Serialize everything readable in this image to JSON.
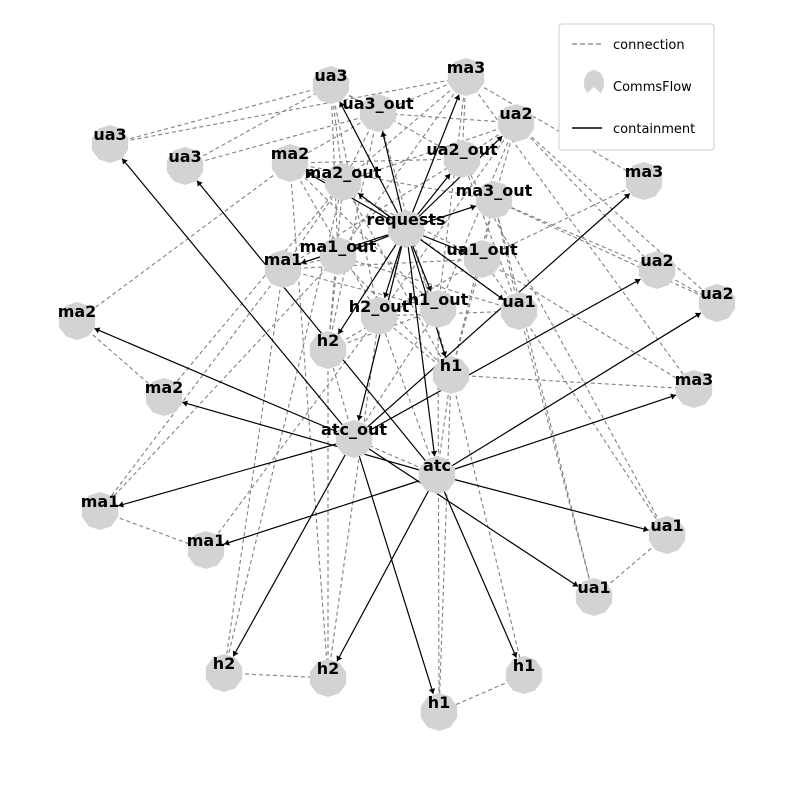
{
  "legend": {
    "connection_label": "connection",
    "node_label": "CommsFlow",
    "containment_label": "containment"
  },
  "colors": {
    "node_fill": "#d3d3d3",
    "connection_edge": "#808080",
    "containment_edge": "#000000",
    "legend_border": "#cccccc"
  },
  "nodes": [
    {
      "id": "requests",
      "label": "requests"
    },
    {
      "id": "ua3_out",
      "label": "ua3_out"
    },
    {
      "id": "ua2_out",
      "label": "ua2_out"
    },
    {
      "id": "ma2_out",
      "label": "ma2_out"
    },
    {
      "id": "ma3_out",
      "label": "ma3_out"
    },
    {
      "id": "ma1_out",
      "label": "ma1_out"
    },
    {
      "id": "ua1_out",
      "label": "ua1_out"
    },
    {
      "id": "h2_out",
      "label": "h2_out"
    },
    {
      "id": "h1_out",
      "label": "h1_out"
    },
    {
      "id": "atc_out",
      "label": "atc_out"
    },
    {
      "id": "atc",
      "label": "atc"
    },
    {
      "id": "ua3_a",
      "label": "ua3"
    },
    {
      "id": "ma3_a",
      "label": "ma3"
    },
    {
      "id": "ua2_a",
      "label": "ua2"
    },
    {
      "id": "ma2_a",
      "label": "ma2"
    },
    {
      "id": "ma1_a",
      "label": "ma1"
    },
    {
      "id": "ua1_a",
      "label": "ua1"
    },
    {
      "id": "h2_a",
      "label": "h2"
    },
    {
      "id": "h1_a",
      "label": "h1"
    },
    {
      "id": "ua3_b",
      "label": "ua3"
    },
    {
      "id": "ua3_c",
      "label": "ua3"
    },
    {
      "id": "ma3_b",
      "label": "ma3"
    },
    {
      "id": "ua2_b",
      "label": "ua2"
    },
    {
      "id": "ua2_c",
      "label": "ua2"
    },
    {
      "id": "ma3_c",
      "label": "ma3"
    },
    {
      "id": "ma2_b",
      "label": "ma2"
    },
    {
      "id": "ma2_c",
      "label": "ma2"
    },
    {
      "id": "ma1_b",
      "label": "ma1"
    },
    {
      "id": "ma1_c",
      "label": "ma1"
    },
    {
      "id": "ua1_b",
      "label": "ua1"
    },
    {
      "id": "ua1_c",
      "label": "ua1"
    },
    {
      "id": "h2_b",
      "label": "h2"
    },
    {
      "id": "h2_c",
      "label": "h2"
    },
    {
      "id": "h1_b",
      "label": "h1"
    },
    {
      "id": "h1_c",
      "label": "h1"
    }
  ],
  "containment_edges": [
    [
      "requests",
      "ua3_a"
    ],
    [
      "requests",
      "ma3_a"
    ],
    [
      "requests",
      "ua2_a"
    ],
    [
      "requests",
      "ma2_a"
    ],
    [
      "requests",
      "ma1_a"
    ],
    [
      "requests",
      "ua1_a"
    ],
    [
      "requests",
      "h2_a"
    ],
    [
      "requests",
      "h1_a"
    ],
    [
      "requests",
      "atc"
    ],
    [
      "requests",
      "ua3_out"
    ],
    [
      "requests",
      "ua2_out"
    ],
    [
      "requests",
      "ma2_out"
    ],
    [
      "requests",
      "ma3_out"
    ],
    [
      "requests",
      "ma1_out"
    ],
    [
      "requests",
      "ua1_out"
    ],
    [
      "requests",
      "h2_out"
    ],
    [
      "requests",
      "h1_out"
    ],
    [
      "requests",
      "atc_out"
    ],
    [
      "atc_out",
      "ua3_b"
    ],
    [
      "atc_out",
      "ma2_b"
    ],
    [
      "atc_out",
      "ma1_b"
    ],
    [
      "atc_out",
      "ua1_c"
    ],
    [
      "atc_out",
      "ua2_b"
    ],
    [
      "atc_out",
      "ma3_b"
    ],
    [
      "atc_out",
      "h2_b"
    ],
    [
      "atc_out",
      "h1_c"
    ],
    [
      "atc",
      "ua3_c"
    ],
    [
      "atc",
      "ma2_c"
    ],
    [
      "atc",
      "ma1_c"
    ],
    [
      "atc",
      "ua2_c"
    ],
    [
      "atc",
      "ma3_c"
    ],
    [
      "atc",
      "ua1_b"
    ],
    [
      "atc",
      "h2_c"
    ],
    [
      "atc",
      "h1_b"
    ]
  ],
  "connection_edges": [
    [
      "ua3_b",
      "ua3_a"
    ],
    [
      "ua3_c",
      "ua3_a"
    ],
    [
      "ua3_b",
      "ma3_a"
    ],
    [
      "ua3_c",
      "ua3_out"
    ],
    [
      "ma3_a",
      "ma3_b"
    ],
    [
      "ma3_a",
      "ma3_c"
    ],
    [
      "ua2_a",
      "ua2_b"
    ],
    [
      "ua2_a",
      "ua2_c"
    ],
    [
      "ua2_b",
      "ua2_c"
    ],
    [
      "ma2_a",
      "ma2_b"
    ],
    [
      "ma2_b",
      "ma2_c"
    ],
    [
      "ma2_a",
      "h2_c"
    ],
    [
      "ma1_a",
      "ma1_b"
    ],
    [
      "ma1_b",
      "ma1_c"
    ],
    [
      "ma1_a",
      "h2_b"
    ],
    [
      "ua1_a",
      "ua1_b"
    ],
    [
      "ua1_b",
      "ua1_c"
    ],
    [
      "ua1_a",
      "ua1_c"
    ],
    [
      "h2_b",
      "h2_c"
    ],
    [
      "h1_b",
      "h1_c"
    ],
    [
      "h1_a",
      "h1_b"
    ],
    [
      "h1_a",
      "h1_c"
    ],
    [
      "h1_a",
      "ma3_c"
    ],
    [
      "h2_a",
      "h2_c"
    ],
    [
      "ua3_a",
      "ua3_out"
    ],
    [
      "ua3_a",
      "ma2_out"
    ],
    [
      "ua3_a",
      "ua2_out"
    ],
    [
      "ua3_a",
      "h2_out"
    ],
    [
      "ua3_a",
      "ma1_out"
    ],
    [
      "ma3_a",
      "ua3_out"
    ],
    [
      "ma3_a",
      "ma2_out"
    ],
    [
      "ma3_a",
      "ua2_out"
    ],
    [
      "ma3_a",
      "h1_out"
    ],
    [
      "ma3_a",
      "ma1_out"
    ],
    [
      "ua2_a",
      "ua3_out"
    ],
    [
      "ua2_a",
      "ma2_out"
    ],
    [
      "ua2_a",
      "ua2_out"
    ],
    [
      "ua2_a",
      "ma3_out"
    ],
    [
      "ua2_a",
      "h1_out"
    ],
    [
      "ua2_a",
      "h2_out"
    ],
    [
      "ma2_a",
      "ua3_out"
    ],
    [
      "ma2_a",
      "ua2_out"
    ],
    [
      "ma2_a",
      "ma3_out"
    ],
    [
      "ma2_a",
      "h2_out"
    ],
    [
      "ma2_a",
      "ua1_out"
    ],
    [
      "ma2_a",
      "h1_out"
    ],
    [
      "ma1_a",
      "ma2_out"
    ],
    [
      "ma1_a",
      "ua2_out"
    ],
    [
      "ma1_a",
      "ma3_out"
    ],
    [
      "ma1_a",
      "h1_out"
    ],
    [
      "ma1_a",
      "ua1_out"
    ],
    [
      "ma1_a",
      "ma1_out"
    ],
    [
      "ua1_a",
      "ma1_out"
    ],
    [
      "ua1_a",
      "ma2_out"
    ],
    [
      "ua1_a",
      "ma3_out"
    ],
    [
      "ua1_a",
      "h2_out"
    ],
    [
      "ua1_a",
      "ua2_out"
    ],
    [
      "ua1_a",
      "ua1_out"
    ],
    [
      "h2_a",
      "ma2_out"
    ],
    [
      "h2_a",
      "ma1_out"
    ],
    [
      "h2_a",
      "ua3_out"
    ],
    [
      "h2_a",
      "h1_out"
    ],
    [
      "h2_a",
      "ua1_out"
    ],
    [
      "h1_a",
      "ma1_out"
    ],
    [
      "h1_a",
      "ua1_out"
    ],
    [
      "h1_a",
      "h2_out"
    ],
    [
      "h1_a",
      "ma2_out"
    ],
    [
      "h1_a",
      "ua3_out"
    ],
    [
      "h1_a",
      "ma3_out"
    ],
    [
      "atc",
      "atc_out"
    ],
    [
      "atc",
      "h1_a"
    ],
    [
      "atc_out",
      "h2_a"
    ],
    [
      "atc",
      "h2_out"
    ],
    [
      "atc_out",
      "h1_out"
    ],
    [
      "ua3_out",
      "ma2_out"
    ],
    [
      "ma3_out",
      "ua1_out"
    ],
    [
      "ua2_b",
      "ma3_out"
    ],
    [
      "ma3_b",
      "ua1_out"
    ],
    [
      "ua2_c",
      "ma3_out"
    ],
    [
      "ma3_c",
      "ua1_out"
    ],
    [
      "ua1_b",
      "ua2_out"
    ],
    [
      "ua1_c",
      "ma3_out"
    ],
    [
      "h1_c",
      "h1_out"
    ],
    [
      "h2_b",
      "ma2_out"
    ],
    [
      "h2_c",
      "h2_out"
    ],
    [
      "ma1_b",
      "ma1_out"
    ],
    [
      "ma1_c",
      "h2_out"
    ],
    [
      "ma2_c",
      "ma2_out"
    ]
  ]
}
